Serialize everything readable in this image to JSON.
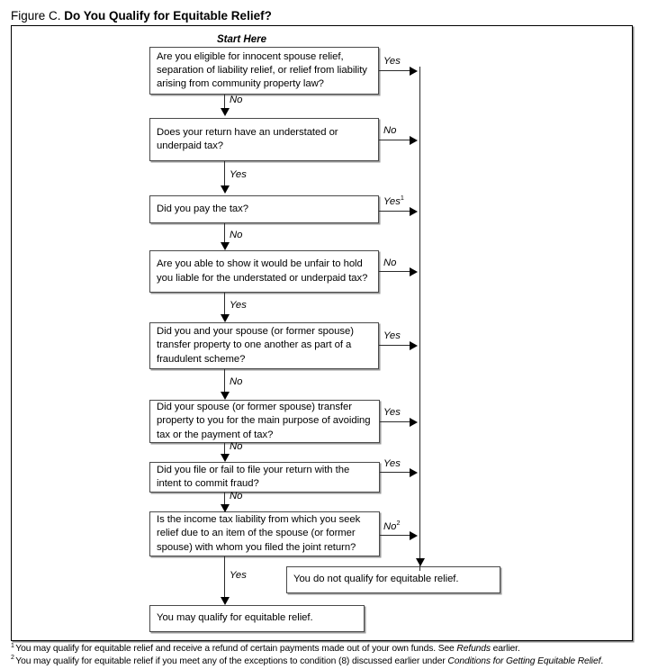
{
  "figure": {
    "label": "Figure C.",
    "title": "Do You Qualify for Equitable Relief?",
    "start_here": "Start Here"
  },
  "nodes": [
    {
      "id": "q1",
      "kind": "decision",
      "text": "Are you eligible for innocent spouse relief, separation of liability relief, or relief from liability arising from community property law?"
    },
    {
      "id": "q2",
      "kind": "decision",
      "text": "Does your return have an understated or underpaid tax?"
    },
    {
      "id": "q3",
      "kind": "decision",
      "text": "Did you pay the tax?"
    },
    {
      "id": "q4",
      "kind": "decision",
      "text": "Are you able to show it would be unfair to hold you liable for the understated or underpaid tax?"
    },
    {
      "id": "q5",
      "kind": "decision",
      "text": "Did you and your spouse (or former spouse) transfer property to one another as part of a fraudulent scheme?"
    },
    {
      "id": "q6",
      "kind": "decision",
      "text": "Did your spouse (or former spouse) transfer property to you for the main purpose of avoiding tax or the payment of tax?"
    },
    {
      "id": "q7",
      "kind": "decision",
      "text": "Did you file or fail to file your return with the intent to commit fraud?"
    },
    {
      "id": "q8",
      "kind": "decision",
      "text": "Is the income tax liability from which you seek relief due to an item of the spouse (or former spouse) with whom you filed the joint return?"
    },
    {
      "id": "no-qualify",
      "kind": "terminal",
      "text": "You do not qualify for equitable relief."
    },
    {
      "id": "may-qualify",
      "kind": "terminal",
      "text": "You may qualify for equitable relief."
    }
  ],
  "edge_labels": {
    "q1_right": "Yes",
    "q1_down": "No",
    "q2_right": "No",
    "q2_down": "Yes",
    "q3_right": "Yes",
    "q3_right_sup": "1",
    "q3_down": "No",
    "q4_right": "No",
    "q4_down": "Yes",
    "q5_right": "Yes",
    "q5_down": "No",
    "q6_right": "Yes",
    "q6_down": "No",
    "q7_right": "Yes",
    "q7_down": "No",
    "q8_right": "No",
    "q8_right_sup": "2",
    "q8_down": "Yes"
  },
  "footnotes": [
    {
      "mark": "1",
      "pre": "You may qualify for equitable relief and receive a refund of certain payments made out of your own funds. See ",
      "em": "Refunds",
      "post": " earlier."
    },
    {
      "mark": "2",
      "pre": "You may qualify for equitable relief if you meet any of the exceptions to condition (8) discussed earlier under ",
      "em": "Conditions for Getting Equitable Relief",
      "post": "."
    }
  ]
}
